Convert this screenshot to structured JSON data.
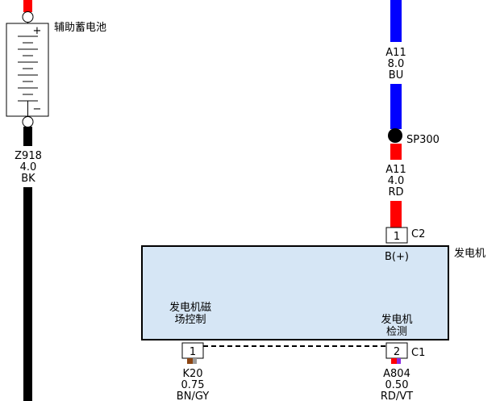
{
  "battery": {
    "label": "辅助蓄电池",
    "plus": "+",
    "minus": "−"
  },
  "wire_z918": {
    "circuit": "Z918",
    "size": "4.0",
    "color": "BK"
  },
  "wire_a11_top": {
    "circuit": "A11",
    "size": "8.0",
    "color": "BU"
  },
  "splice": {
    "label": "SP300"
  },
  "wire_a11_bottom": {
    "circuit": "A11",
    "size": "4.0",
    "color": "RD"
  },
  "connector_c2": {
    "pin": "1",
    "name": "C2"
  },
  "generator": {
    "label": "发电机",
    "terminal_b": "B(+)",
    "field_line1": "发电机磁",
    "field_line2": "场控制",
    "sense_line1": "发电机",
    "sense_line2": "检测"
  },
  "connector_c1": {
    "pin_left": "1",
    "pin_right": "2",
    "name": "C1"
  },
  "wire_k20": {
    "circuit": "K20",
    "size": "0.75",
    "color": "BN/GY"
  },
  "wire_a804": {
    "circuit": "A804",
    "size": "0.50",
    "color": "RD/VT"
  },
  "colors": {
    "red": "#ff0000",
    "blue": "#0000ff",
    "black": "#000000",
    "module_fill": "#d6e6f5",
    "brown": "#8b4513",
    "gray": "#9a9a9a",
    "violet": "#8a2be2"
  }
}
